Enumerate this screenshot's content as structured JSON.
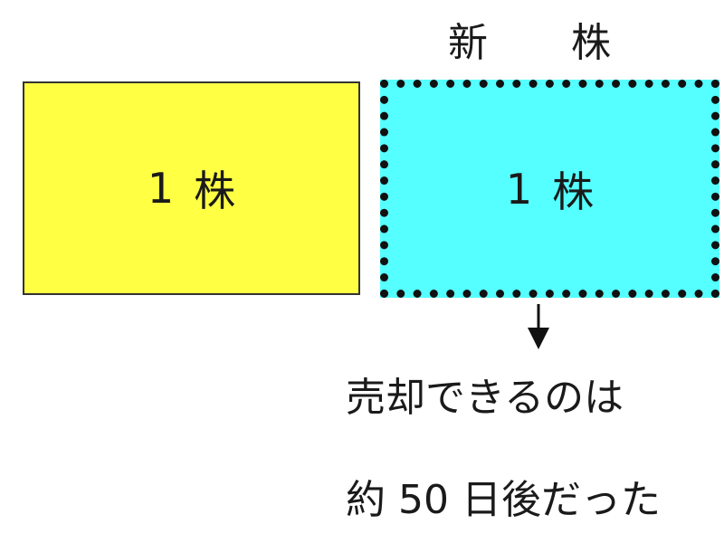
{
  "diagram": {
    "new_label": [
      "新",
      "株"
    ],
    "old_share": {
      "count": "1",
      "unit": "株",
      "color": "#ffff44"
    },
    "new_share": {
      "count": "1",
      "unit": "株",
      "color": "#55ffff",
      "border": "dotted"
    },
    "arrow": "down-arrow",
    "note_lines": [
      "売却できるのは",
      "約 50 日後だった"
    ]
  }
}
